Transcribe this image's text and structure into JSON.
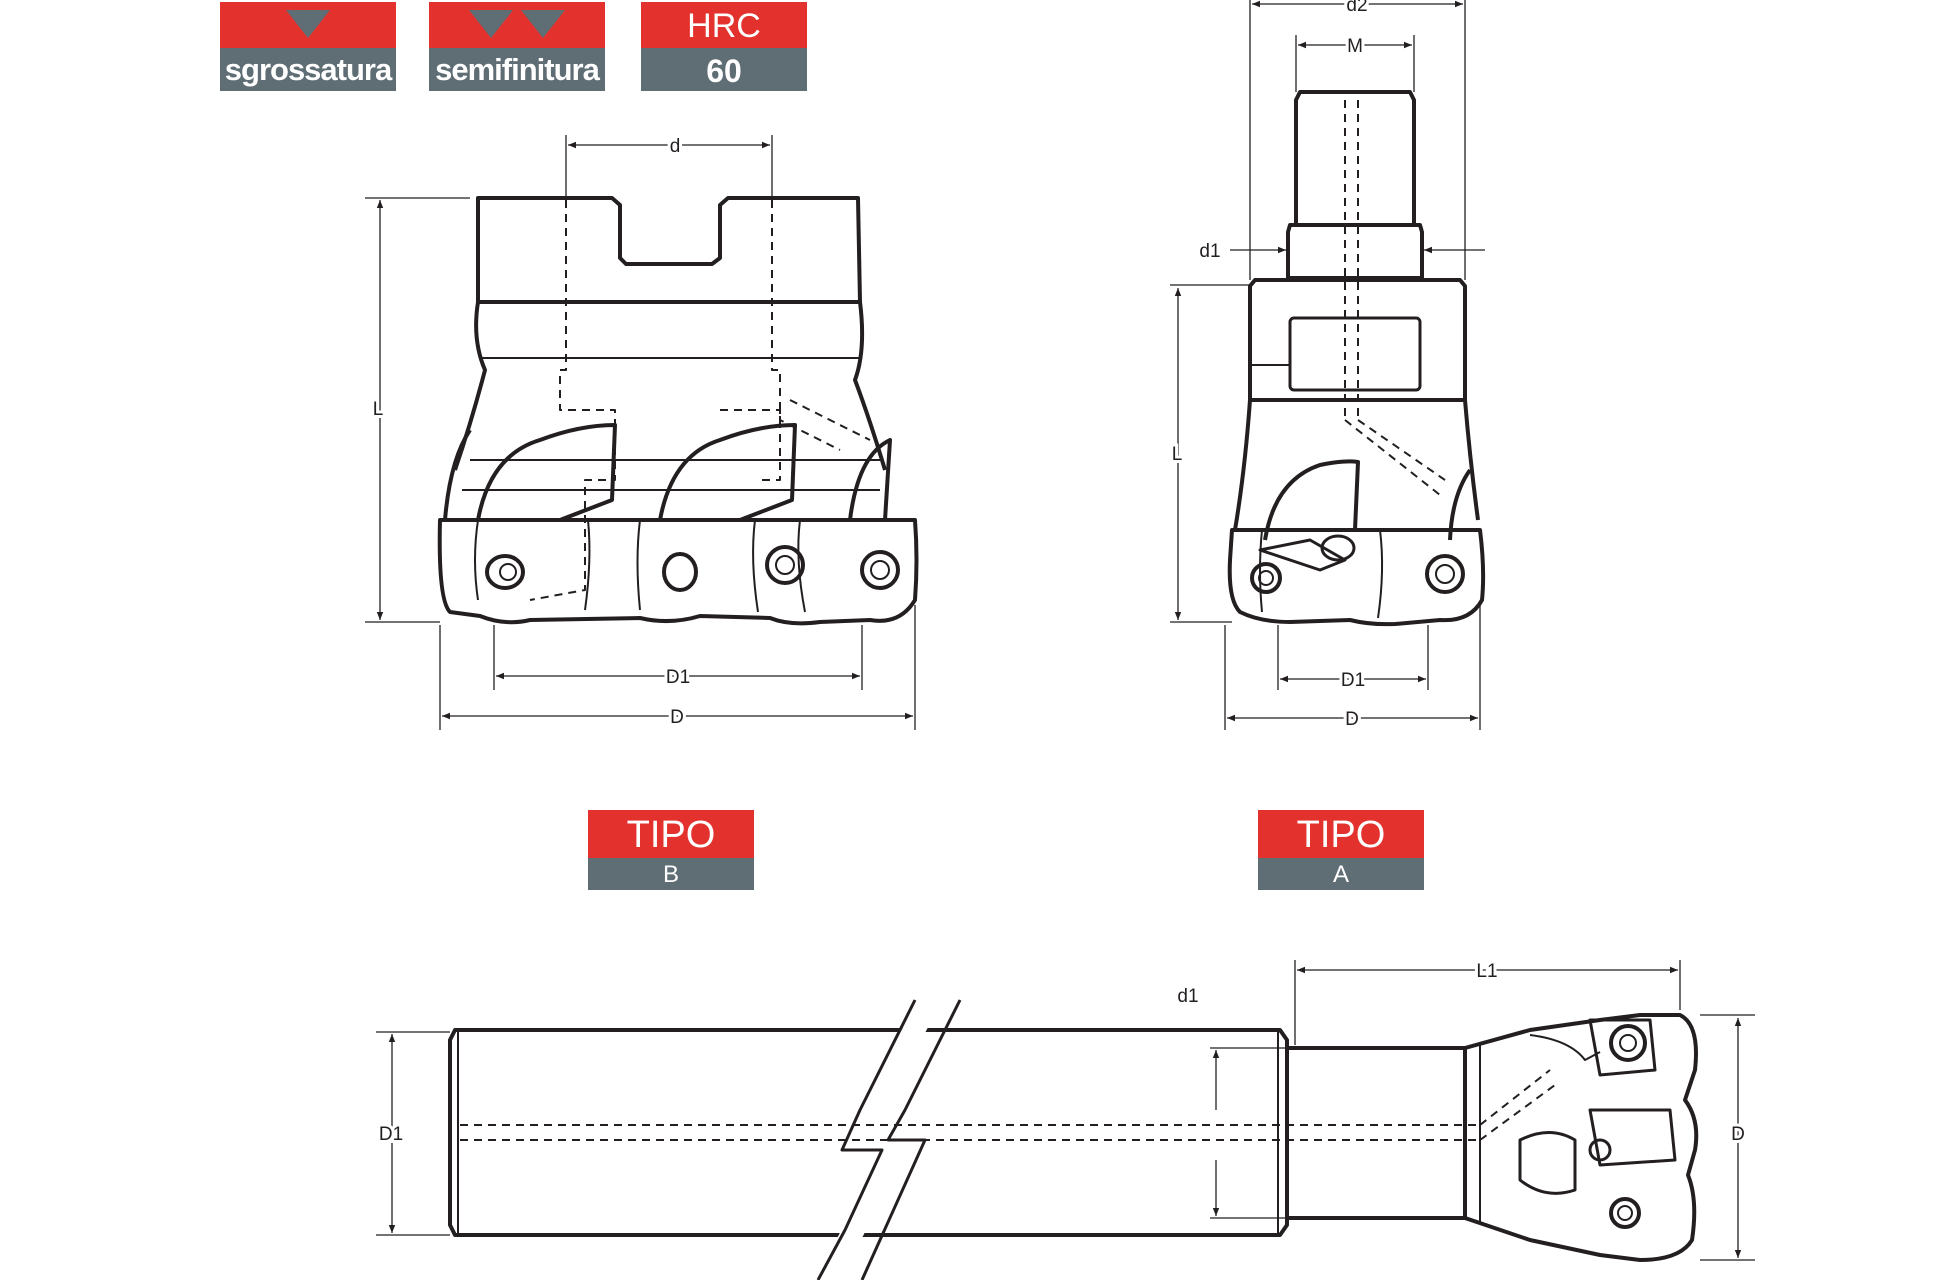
{
  "badges": {
    "sgrossatura": {
      "label": "sgrossatura",
      "color_top": "#e3312d",
      "color_bottom": "#5f6e74",
      "icon": "single-triangle-icon"
    },
    "semifinitura": {
      "label": "semifinitura",
      "color_top": "#e3312d",
      "color_bottom": "#5f6e74",
      "icon": "double-triangle-icon"
    },
    "hrc": {
      "top": "HRC",
      "bottom": "60"
    },
    "tipo_b": {
      "top": "TIPO",
      "bottom": "B"
    },
    "tipo_a": {
      "top": "TIPO",
      "bottom": "A"
    }
  },
  "drawing_b": {
    "d": "d",
    "L": "L",
    "D1": "D1",
    "D": "D"
  },
  "drawing_a": {
    "d2": "d2",
    "M": "M",
    "d1": "d1",
    "L": "L",
    "D1": "D1",
    "D": "D"
  },
  "drawing_shank": {
    "L1": "L1",
    "d1": "d1",
    "D1": "D1",
    "D": "D"
  }
}
